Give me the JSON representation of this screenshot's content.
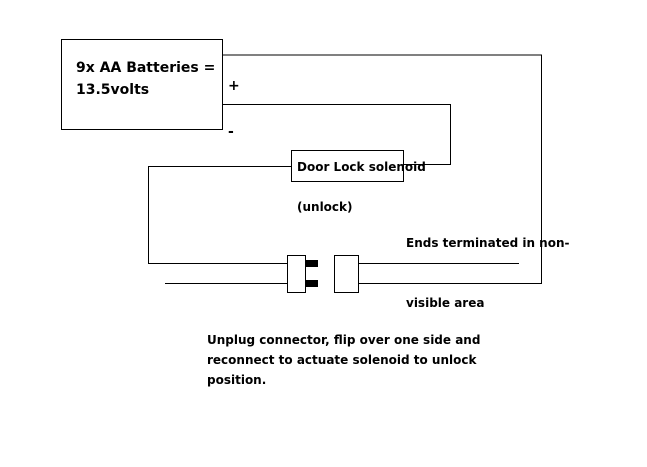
{
  "battery": {
    "line1": "9x AA Batteries =",
    "line2": "13.5volts",
    "plus": "+",
    "minus": "-"
  },
  "solenoid": {
    "label": "Door Lock solenoid",
    "state": "(unlock)"
  },
  "ends_note": {
    "line1": "Ends terminated in non-",
    "line2": "visible area"
  },
  "instructions": {
    "line1": "Unplug connector, flip over one side and",
    "line2": "reconnect to actuate solenoid to unlock",
    "line3": "position."
  }
}
